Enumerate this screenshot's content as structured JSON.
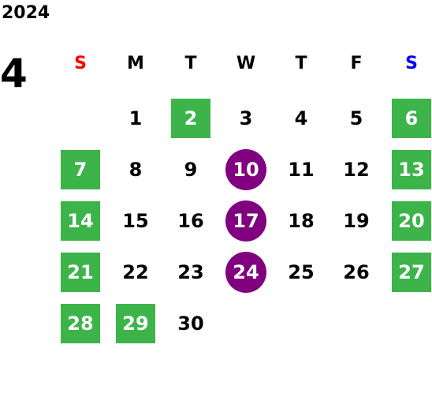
{
  "calendar": {
    "year": "2024",
    "month": "4",
    "weekdays": [
      {
        "label": "S",
        "color": "#ff0000"
      },
      {
        "label": "M",
        "color": "#000000"
      },
      {
        "label": "T",
        "color": "#000000"
      },
      {
        "label": "W",
        "color": "#000000"
      },
      {
        "label": "T",
        "color": "#000000"
      },
      {
        "label": "F",
        "color": "#000000"
      },
      {
        "label": "S",
        "color": "#0000ff"
      }
    ],
    "weeks": [
      [
        null,
        {
          "day": "1",
          "style": "normal"
        },
        {
          "day": "2",
          "style": "holiday"
        },
        {
          "day": "3",
          "style": "normal"
        },
        {
          "day": "4",
          "style": "normal"
        },
        {
          "day": "5",
          "style": "normal"
        },
        {
          "day": "6",
          "style": "holiday"
        }
      ],
      [
        {
          "day": "7",
          "style": "holiday"
        },
        {
          "day": "8",
          "style": "normal"
        },
        {
          "day": "9",
          "style": "normal"
        },
        {
          "day": "10",
          "style": "event"
        },
        {
          "day": "11",
          "style": "normal"
        },
        {
          "day": "12",
          "style": "normal"
        },
        {
          "day": "13",
          "style": "holiday"
        }
      ],
      [
        {
          "day": "14",
          "style": "holiday"
        },
        {
          "day": "15",
          "style": "normal"
        },
        {
          "day": "16",
          "style": "normal"
        },
        {
          "day": "17",
          "style": "event"
        },
        {
          "day": "18",
          "style": "normal"
        },
        {
          "day": "19",
          "style": "normal"
        },
        {
          "day": "20",
          "style": "holiday"
        }
      ],
      [
        {
          "day": "21",
          "style": "holiday"
        },
        {
          "day": "22",
          "style": "normal"
        },
        {
          "day": "23",
          "style": "normal"
        },
        {
          "day": "24",
          "style": "event"
        },
        {
          "day": "25",
          "style": "normal"
        },
        {
          "day": "26",
          "style": "normal"
        },
        {
          "day": "27",
          "style": "holiday"
        }
      ],
      [
        {
          "day": "28",
          "style": "holiday"
        },
        {
          "day": "29",
          "style": "holiday"
        },
        {
          "day": "30",
          "style": "normal"
        },
        null,
        null,
        null,
        null
      ]
    ],
    "colors": {
      "holiday_bg": "#3cb44a",
      "event_bg": "#800080",
      "sunday_label": "#ff0000",
      "saturday_label": "#0000ff"
    }
  }
}
